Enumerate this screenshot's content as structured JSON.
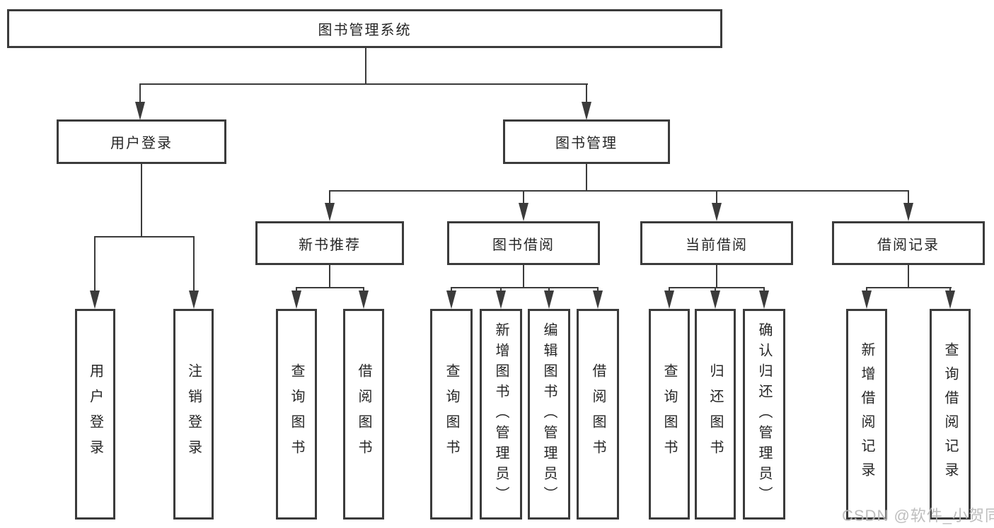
{
  "colors": {
    "line": "#3b3b3b",
    "text": "#262626",
    "watermark": "#b9b9b9",
    "background": "#ffffff"
  },
  "watermark": "CSDN @软件_小贺同学",
  "tree": {
    "root": {
      "label": "图书管理系统"
    },
    "branches": [
      {
        "label": "用户登录",
        "children": [
          {
            "label": "用户登录"
          },
          {
            "label": "注销登录"
          }
        ]
      },
      {
        "label": "图书管理",
        "children": [
          {
            "label": "新书推荐",
            "children": [
              {
                "label": "查询图书"
              },
              {
                "label": "借阅图书"
              }
            ]
          },
          {
            "label": "图书借阅",
            "children": [
              {
                "label": "查询图书"
              },
              {
                "label": "新增图书（管理员）"
              },
              {
                "label": "编辑图书（管理员）"
              },
              {
                "label": "借阅图书"
              }
            ]
          },
          {
            "label": "当前借阅",
            "children": [
              {
                "label": "查询图书"
              },
              {
                "label": "归还图书"
              },
              {
                "label": "确认归还（管理员）"
              }
            ]
          },
          {
            "label": "借阅记录",
            "children": [
              {
                "label": "新增借阅记录"
              },
              {
                "label": "查询借阅记录"
              }
            ]
          }
        ]
      }
    ]
  }
}
